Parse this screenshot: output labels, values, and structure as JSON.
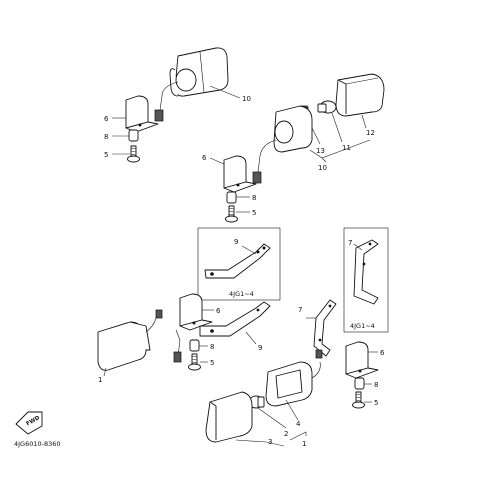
{
  "diagram_code": "4JG6010-8360",
  "inset_label": "4JG1~4",
  "fwd_label": "FWD",
  "callouts": {
    "c1a": "1",
    "c1b": "1",
    "c2": "2",
    "c3": "3",
    "c4": "4",
    "c5a": "5",
    "c5b": "5",
    "c5c": "5",
    "c5d": "5",
    "c6a": "6",
    "c6b": "6",
    "c6c": "6",
    "c6d": "6",
    "c7a": "7",
    "c7b": "7",
    "c8a": "8",
    "c8b": "8",
    "c8c": "8",
    "c8d": "8",
    "c9a": "9",
    "c9b": "9",
    "c10a": "10",
    "c10b": "10",
    "c11": "11",
    "c12": "12",
    "c13": "13"
  }
}
